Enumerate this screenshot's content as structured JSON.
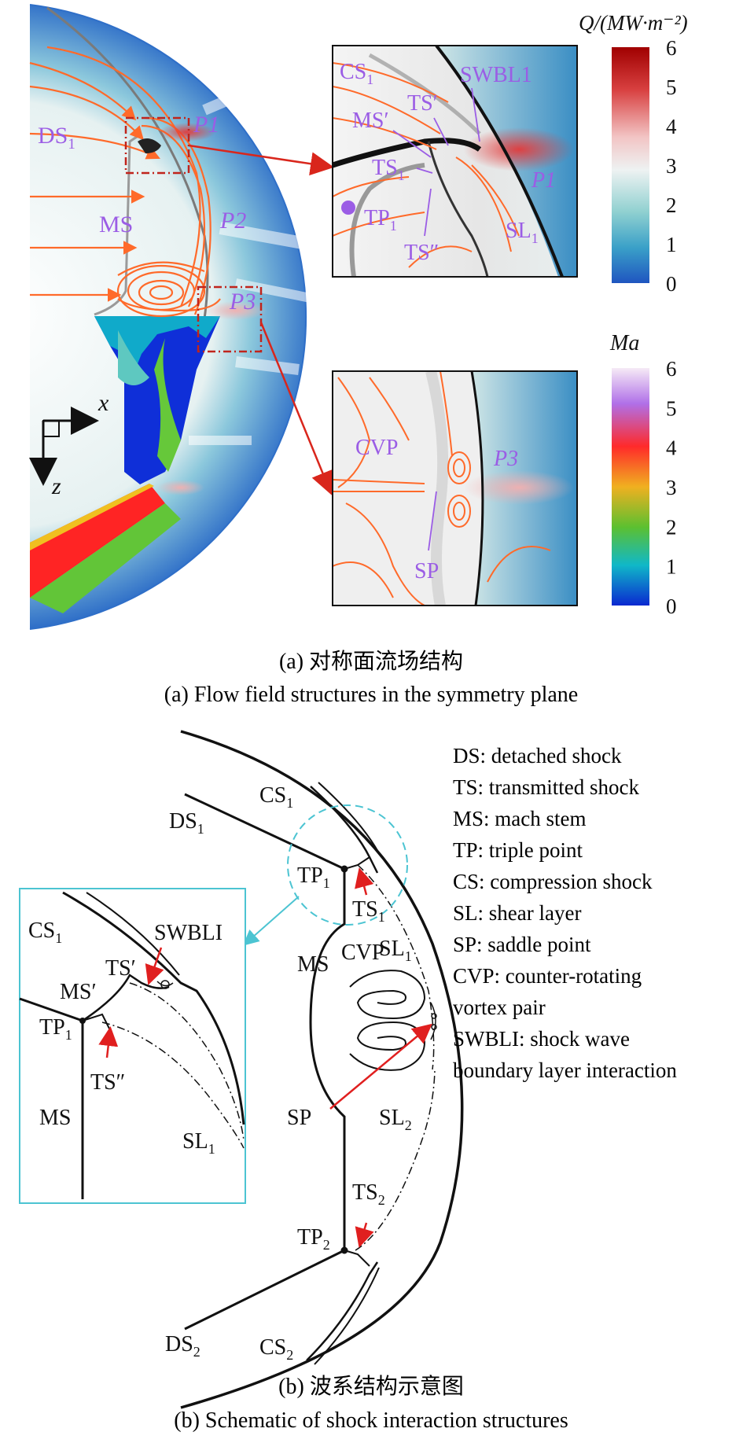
{
  "panel_a": {
    "labels": {
      "ds1": "DS",
      "ds1_sub": "1",
      "ms": "MS",
      "p1": "P1",
      "p2": "P2",
      "p3": "P3",
      "axis_x": "x",
      "axis_z": "z"
    },
    "inset_top": {
      "cs1": "CS",
      "cs1_sub": "1",
      "swbl": "SWBL1",
      "ts_prime": "TS′",
      "ms_prime": "MS′",
      "ts1": "TS",
      "ts1_sub": "1",
      "tp1": "TP",
      "tp1_sub": "1",
      "ts_dprime": "TS″",
      "sl1": "SL",
      "sl1_sub": "1",
      "p1": "P1"
    },
    "inset_bottom": {
      "cvp": "CVP",
      "sp": "SP",
      "p3": "P3"
    },
    "colorbar_q": {
      "title": "Q/(MW·m⁻²)",
      "ticks": [
        "6",
        "5",
        "4",
        "3",
        "2",
        "1",
        "0"
      ],
      "colors": [
        "#b30000",
        "#e05050",
        "#f2b9b9",
        "#e8eeee",
        "#8fd0d0",
        "#3aa0c8",
        "#1f5fc0"
      ]
    },
    "colorbar_ma": {
      "title": "Ma",
      "ticks": [
        "6",
        "5",
        "4",
        "3",
        "2",
        "1",
        "0"
      ],
      "colors": [
        "#f5e6f5",
        "#a050e0",
        "#ff2020",
        "#f0c020",
        "#60c030",
        "#10c0c0",
        "#1030d0"
      ]
    },
    "caption_cn": "(a) 对称面流场结构",
    "caption_en": "(a) Flow field structures in the symmetry plane"
  },
  "panel_b": {
    "labels": {
      "cs1": "CS",
      "cs1_sub": "1",
      "ds1": "DS",
      "ds1_sub": "1",
      "tp1": "TP",
      "tp1_sub": "1",
      "ts1": "TS",
      "ts1_sub": "1",
      "ms": "MS",
      "sl1": "SL",
      "sl1_sub": "1",
      "cvp": "CVP",
      "sp": "SP",
      "sl2": "SL",
      "sl2_sub": "2",
      "ts2": "TS",
      "ts2_sub": "2",
      "tp2": "TP",
      "tp2_sub": "2",
      "ds2": "DS",
      "ds2_sub": "2",
      "cs2": "CS",
      "cs2_sub": "2"
    },
    "inset": {
      "cs1": "CS",
      "cs1_sub": "1",
      "swbli": "SWBLI",
      "ts_prime": "TS′",
      "ms_prime": "MS′",
      "tp1": "TP",
      "tp1_sub": "1",
      "ts_dprime": "TS″",
      "ms": "MS",
      "sl1": "SL",
      "sl1_sub": "1"
    },
    "legend": [
      "DS: detached shock",
      "TS: transmitted shock",
      "MS: mach stem",
      "TP: triple point",
      "CS: compression shock",
      "SL: shear layer",
      "SP: saddle point",
      "CVP: counter-rotating",
      "vortex pair",
      "SWBLI: shock wave",
      "boundary layer interaction"
    ],
    "caption_cn": "(b) 波系结构示意图",
    "caption_en": "(b) Schematic of shock interaction structures"
  }
}
